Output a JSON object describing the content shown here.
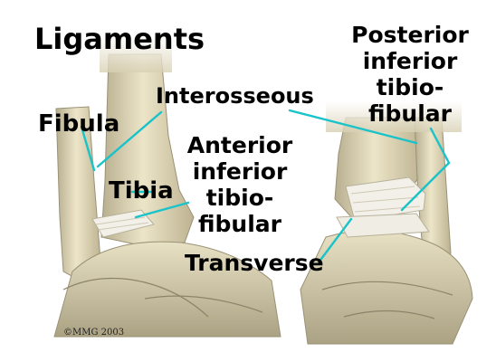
{
  "title": "Ligaments",
  "labels": {
    "fibula": "Fibula",
    "tibia": "Tibia",
    "interosseous": "Interosseous",
    "anterior": [
      "Anterior",
      "inferior",
      "tibio-",
      "fibular"
    ],
    "posterior": [
      "Posterior",
      "inferior",
      "tibio-",
      "fibular"
    ],
    "transverse": "Transverse"
  },
  "copyright": "©MMG 2003",
  "colors": {
    "leader_line": "#19c3c9",
    "bone": "#e6ddbc",
    "bone_shadow": "#a9a083",
    "ligament": "#f2f0e8",
    "background": "#ffffff"
  }
}
